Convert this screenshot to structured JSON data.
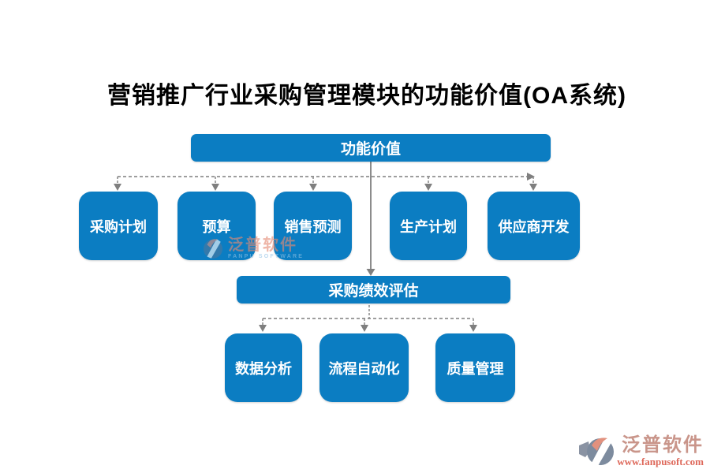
{
  "title": "营销推广行业采购管理模块的功能价值(OA系统)",
  "diagram": {
    "root": {
      "label": "功能价值"
    },
    "level1": [
      {
        "label": "采购计划"
      },
      {
        "label": "预算"
      },
      {
        "label": "销售预测"
      },
      {
        "label": "生产计划"
      },
      {
        "label": "供应商开发"
      }
    ],
    "mid": {
      "label": "采购绩效评估"
    },
    "level2": [
      {
        "label": "数据分析"
      },
      {
        "label": "流程自动化"
      },
      {
        "label": "质量管理"
      }
    ]
  },
  "watermarks": {
    "center": {
      "brand": "泛普软件",
      "tagline": "FANPU SOFTWARE"
    },
    "corner": {
      "brand": "泛普软件",
      "url": "www.fanpusoft.com"
    }
  },
  "colors": {
    "node_blue": "#0b7dc2",
    "node_text": "#ffffff",
    "connector_gray": "#7f7f7f",
    "title_black": "#000000",
    "watermark_salmon": "#e48a74",
    "watermark_red": "#de685a",
    "watermark_lightblue": "#8fc0e4"
  }
}
